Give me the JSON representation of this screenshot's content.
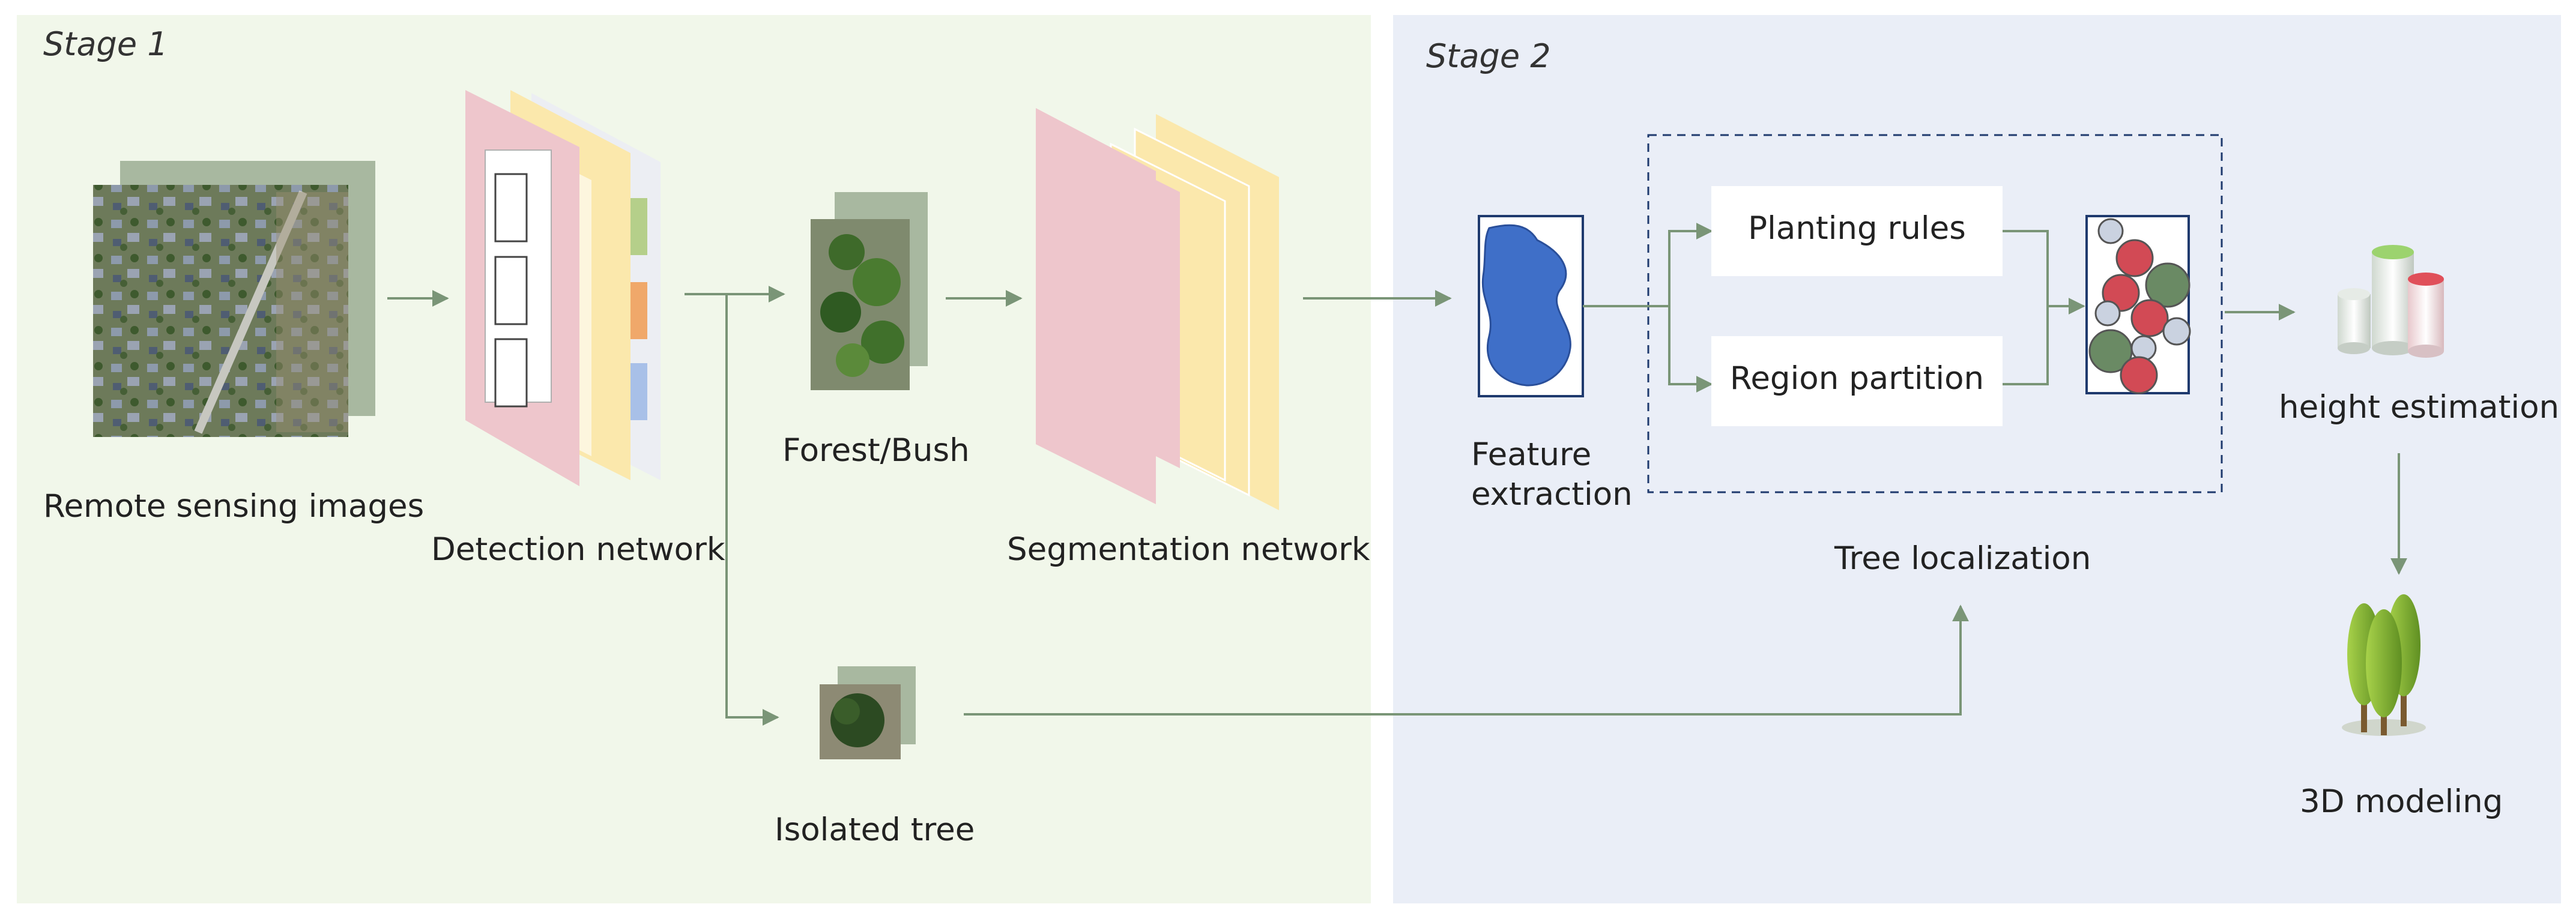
{
  "stage1": {
    "title": "Stage 1"
  },
  "stage2": {
    "title": "Stage 2"
  },
  "labels": {
    "remote_sensing": "Remote sensing images",
    "detection_network": "Detection network",
    "forest_bush": "Forest/Bush",
    "segmentation_network": "Segmentation network",
    "isolated_tree": "Isolated tree",
    "feature_extraction_line1": "Feature",
    "feature_extraction_line2": "extraction",
    "planting_rules": "Planting rules",
    "region_partition": "Region partition",
    "tree_localization": "Tree localization",
    "height_estimation": "height estimation",
    "modeling_3d": "3D modeling"
  },
  "colors": {
    "stage1_bg": "#f1f7ea",
    "stage2_bg": "#eaeef7",
    "arrow": "#7a9577",
    "pink_layer": "#eec6cc",
    "yellow_layer": "#fbe8ac",
    "shadow_green": "#a8b8a0",
    "feature_blue": "#3f6fc8",
    "circle_red": "#d24a55",
    "circle_green": "#6a8a64",
    "circle_gray": "#cad2e0",
    "tree_green": "#8ec13a"
  }
}
